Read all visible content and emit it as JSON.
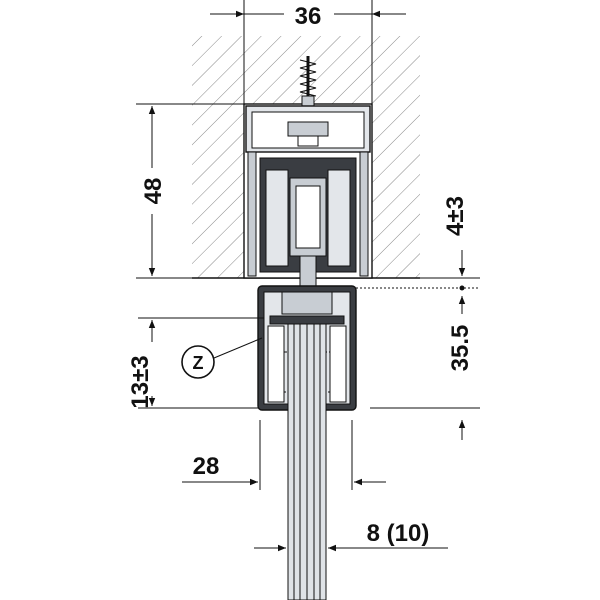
{
  "dimensions": {
    "width_top": "36",
    "height_left": "48",
    "tolerance_right": "4±3",
    "height_right": "35.5",
    "height_left_lower": "13±3",
    "width_panel": "28",
    "glass_thickness": "8 (10)"
  },
  "callout": {
    "label": "Z"
  },
  "colors": {
    "line": "#111111",
    "hatch": "#888888",
    "metal": "#c8cdd3",
    "metal_light": "#e3e6ea",
    "glass": "#dfe3e7"
  }
}
